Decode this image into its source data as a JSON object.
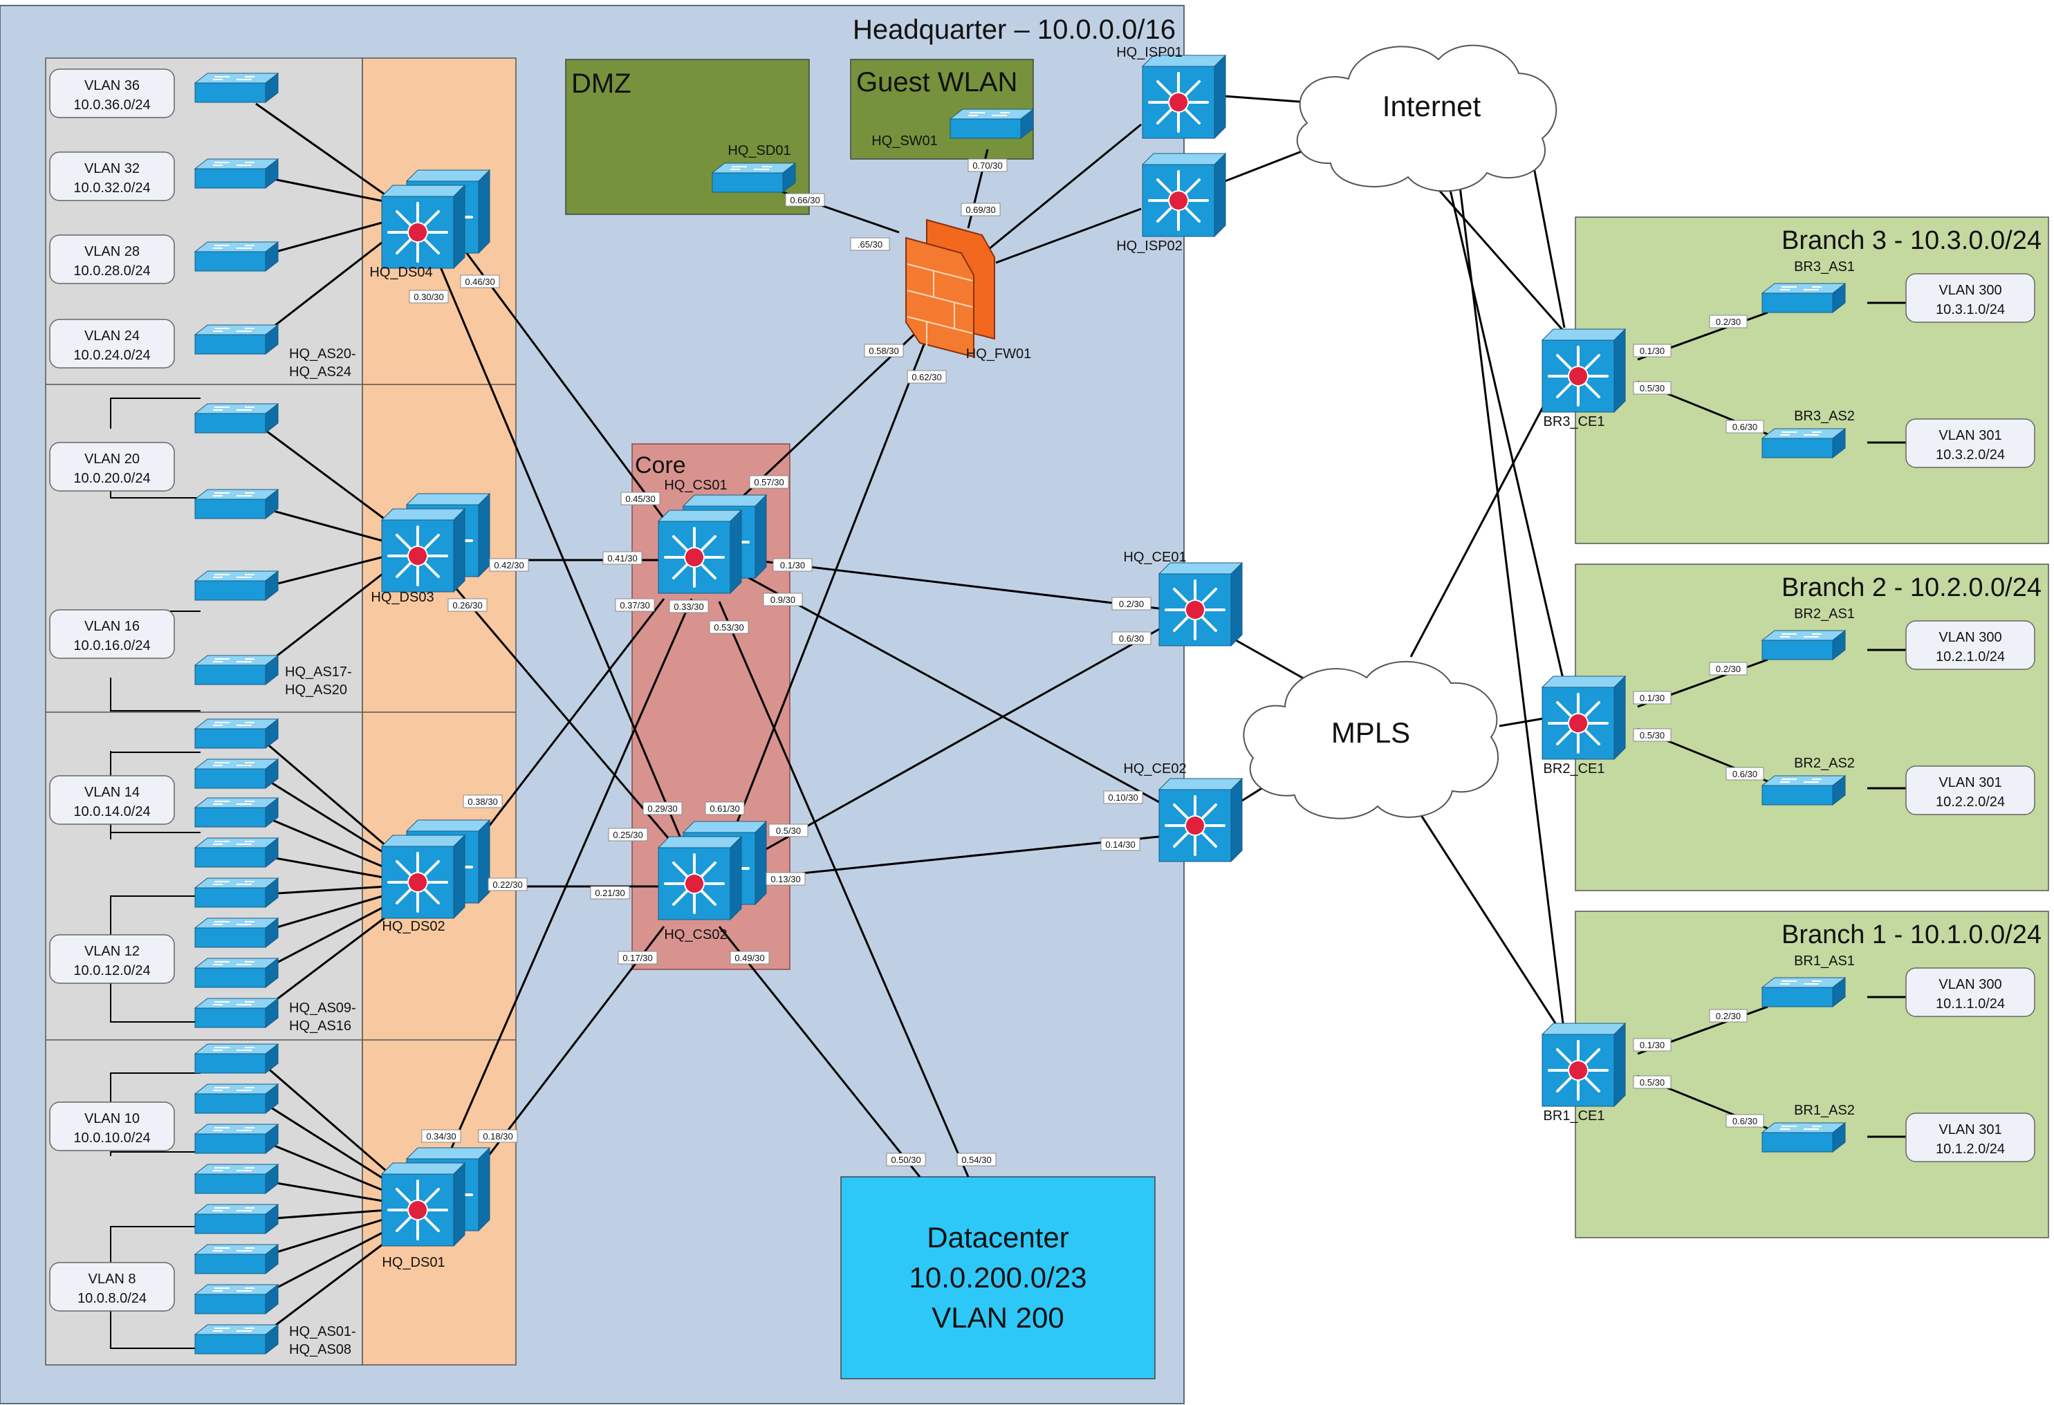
{
  "headquarter": {
    "title": "Headquarter – 10.0.0.0/16"
  },
  "zones": {
    "dmz": {
      "title": "DMZ"
    },
    "guest": {
      "title": "Guest WLAN"
    },
    "core": {
      "title": "Core"
    },
    "datacenter": {
      "line1": "Datacenter",
      "line2": "10.0.200.0/23",
      "line3": "VLAN 200"
    }
  },
  "clouds": {
    "internet": "Internet",
    "mpls": "MPLS"
  },
  "vlans": [
    {
      "name": "VLAN 36",
      "net": "10.0.36.0/24"
    },
    {
      "name": "VLAN 32",
      "net": "10.0.32.0/24"
    },
    {
      "name": "VLAN 28",
      "net": "10.0.28.0/24"
    },
    {
      "name": "VLAN 24",
      "net": "10.0.24.0/24"
    },
    {
      "name": "VLAN 20",
      "net": "10.0.20.0/24"
    },
    {
      "name": "VLAN 16",
      "net": "10.0.16.0/24"
    },
    {
      "name": "VLAN 14",
      "net": "10.0.14.0/24"
    },
    {
      "name": "VLAN 12",
      "net": "10.0.12.0/24"
    },
    {
      "name": "VLAN 10",
      "net": "10.0.10.0/24"
    },
    {
      "name": "VLAN 8",
      "net": "10.0.8.0/24"
    }
  ],
  "access_groups": [
    {
      "line1": "HQ_AS20-",
      "line2": "HQ_AS24"
    },
    {
      "line1": "HQ_AS17-",
      "line2": "HQ_AS20"
    },
    {
      "line1": "HQ_AS09-",
      "line2": "HQ_AS16"
    },
    {
      "line1": "HQ_AS01-",
      "line2": "HQ_AS08"
    }
  ],
  "devices": {
    "ds04": "HQ_DS04",
    "ds03": "HQ_DS03",
    "ds02": "HQ_DS02",
    "ds01": "HQ_DS01",
    "cs01": "HQ_CS01",
    "cs02": "HQ_CS02",
    "fw01": "HQ_FW01",
    "sd01": "HQ_SD01",
    "sw01": "HQ_SW01",
    "isp01": "HQ_ISP01",
    "isp02": "HQ_ISP02",
    "ce01": "HQ_CE01",
    "ce02": "HQ_CE02"
  },
  "branches": [
    {
      "title": "Branch 3 - 10.3.0.0/24",
      "ce": "BR3_CE1",
      "as1": "BR3_AS1",
      "as2": "BR3_AS2",
      "v1_name": "VLAN 300",
      "v1_net": "10.3.1.0/24",
      "v2_name": "VLAN 301",
      "v2_net": "10.3.2.0/24",
      "ip_a": "0.1/30",
      "ip_b": "0.2/30",
      "ip_c": "0.5/30",
      "ip_d": "0.6/30"
    },
    {
      "title": "Branch 2 - 10.2.0.0/24",
      "ce": "BR2_CE1",
      "as1": "BR2_AS1",
      "as2": "BR2_AS2",
      "v1_name": "VLAN 300",
      "v1_net": "10.2.1.0/24",
      "v2_name": "VLAN 301",
      "v2_net": "10.2.2.0/24",
      "ip_a": "0.1/30",
      "ip_b": "0.2/30",
      "ip_c": "0.5/30",
      "ip_d": "0.6/30"
    },
    {
      "title": "Branch 1 - 10.1.0.0/24",
      "ce": "BR1_CE1",
      "as1": "BR1_AS1",
      "as2": "BR1_AS2",
      "v1_name": "VLAN 300",
      "v1_net": "10.1.1.0/24",
      "v2_name": "VLAN 301",
      "v2_net": "10.1.2.0/24",
      "ip_a": "0.1/30",
      "ip_b": "0.2/30",
      "ip_c": "0.5/30",
      "ip_d": "0.6/30"
    }
  ],
  "ip_labels": [
    "0.66/30",
    ".65/30",
    "0.70/30",
    "0.69/30",
    "0.58/30",
    "0.62/30",
    "0.57/30",
    "0.46/30",
    "0.30/30",
    "0.45/30",
    "0.42/30",
    "0.41/30",
    "0.26/30",
    "0.37/30",
    "0.33/30",
    "0.53/30",
    "0.1/30",
    "0.9/30",
    "0.2/30",
    "0.6/30",
    "0.38/30",
    "0.29/30",
    "0.61/30",
    "0.25/30",
    "0.5/30",
    "0.10/30",
    "0.22/30",
    "0.21/30",
    "0.13/30",
    "0.14/30",
    "0.34/30",
    "0.18/30",
    "0.17/30",
    "0.49/30",
    "0.50/30",
    "0.54/30"
  ],
  "colors": {
    "hq_bg": "#c0d0e4",
    "access_bg": "#d9d9d9",
    "dist_bg": "#f8c8a0",
    "dmz_bg": "#76923c",
    "core_bg": "#d8938f",
    "datacenter_bg": "#2ec8f8",
    "branch_bg": "#c4d9a0",
    "device_blue": "#1a9ad8",
    "router_red": "#e0203c"
  }
}
